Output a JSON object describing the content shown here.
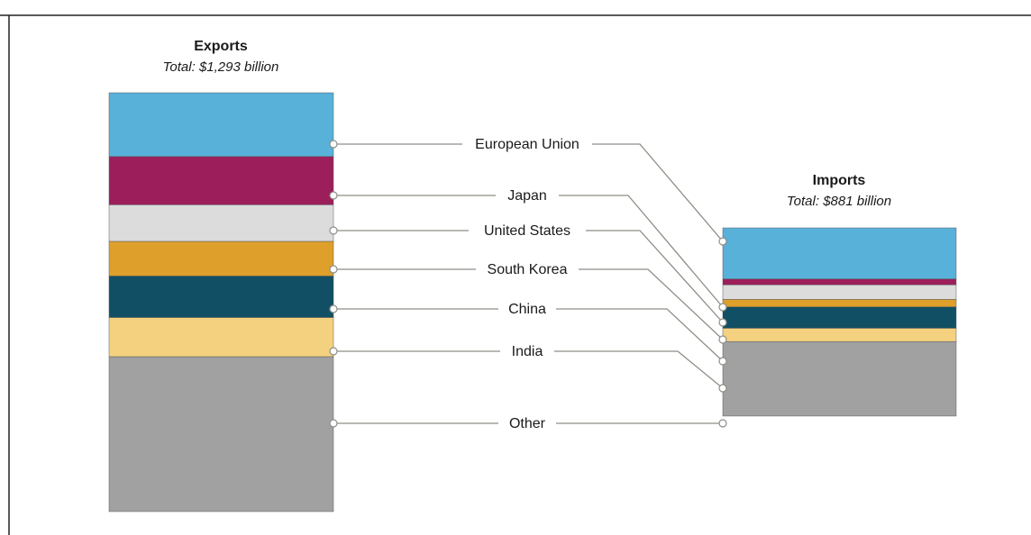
{
  "header_clip": "",
  "chart_data": {
    "type": "stacked-bar",
    "categories": [
      "European Union",
      "Japan",
      "United States",
      "South Korea",
      "China",
      "India",
      "Other"
    ],
    "colors": {
      "European Union": "#58b1d9",
      "Japan": "#9c1f5b",
      "United States": "#dcdcdc",
      "South Korea": "#dea02a",
      "China": "#115064",
      "India": "#f4d17e",
      "Other": "#a1a1a1"
    },
    "series": [
      {
        "name": "Exports",
        "subtitle": "Total: $1,293 billion",
        "total": 1293,
        "values": [
          197,
          149,
          113,
          107,
          128,
          121,
          478
        ]
      },
      {
        "name": "Imports",
        "subtitle": "Total: $881 billion",
        "total": 881,
        "values": [
          158,
          18,
          45,
          23,
          66,
          41,
          230
        ]
      }
    ]
  }
}
